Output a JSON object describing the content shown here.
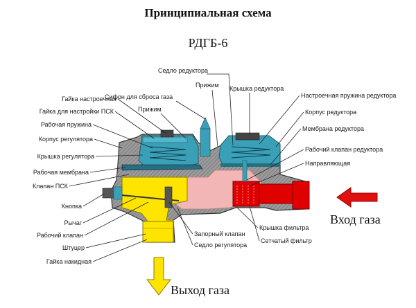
{
  "title": "Принципиальная схема",
  "model": "РДГБ-6",
  "gas_in": "Вход газа",
  "gas_out": "Выход газа",
  "labels_left": {
    "gayka_nastroechnaya": "Гайка настроечная",
    "gayka_psk": "Гайка для настройки ПСК",
    "rabochaya_pruzhina": "Рабочая пружина",
    "korpus_regulyatora": "Корпус регулятора",
    "kryshka_regulyatora": "Крышка регулятора",
    "rabochaya_membrana": "Рабочая мембрана",
    "klapan_psk": "Клапан ПСК",
    "knopka": "Кнопка",
    "rychag": "Рычаг",
    "rabochiy_klapan": "Рабочий клапан",
    "shtutser": "Штуцер",
    "gayka_nakidnaya": "Гайка накидная"
  },
  "labels_top": {
    "sifon": "Сифон для сброса газа",
    "prizhim_left": "Прижим",
    "prizhim_mid": "Прижим",
    "sedlo_reduktora": "Седло редуктора",
    "kryshka_reduktora": "Крышка редуктора"
  },
  "labels_right": {
    "nastroechnaya_pruzhina": "Настроечная пружина редуктора",
    "korpus_reduktora": "Корпус редуктора",
    "membrana_reduktora": "Мембрана редуктора",
    "rabochiy_klapan_reduktora": "Рабочий клапан редуктора",
    "napravlyayushchaya": "Направляющая"
  },
  "labels_bottom": {
    "zapornyy_klapan": "Запорный клапан",
    "sedlo_regulyatora": "Седло регулятора",
    "kryshka_filtra": "Крышка фильтра",
    "setchatyy_filtr": "Сетчатый фильтр"
  },
  "colors": {
    "body_gray": "#8c8c8c",
    "membrane_teal": "#3aa0b8",
    "yellow": "#ffe400",
    "pink": "#f2b6b6",
    "red": "#e00000",
    "arrow_red": "#e01010",
    "arrow_yellow": "#ffe400"
  }
}
